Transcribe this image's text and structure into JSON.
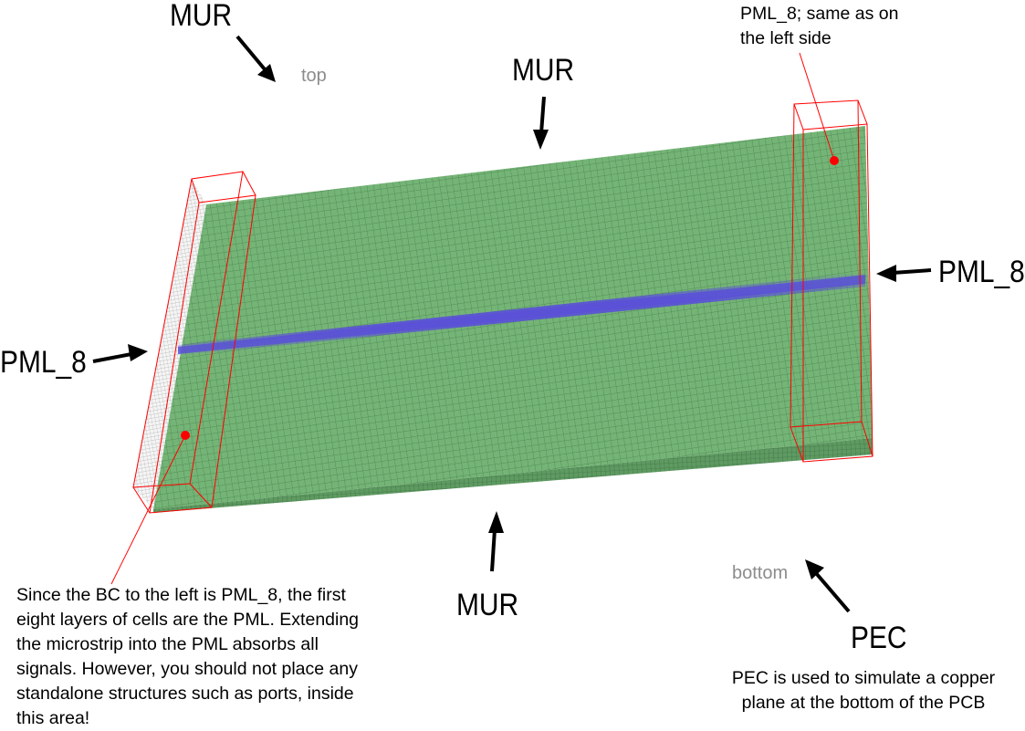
{
  "labels": {
    "mur_top_left": "MUR",
    "mur_top": "MUR",
    "mur_bottom": "MUR",
    "pml_left": "PML_8",
    "pml_right": "PML_8",
    "pec": "PEC",
    "top_view": "top",
    "bottom_view": "bottom"
  },
  "notes": {
    "pml_right_note": [
      "PML_8; same as on",
      "the left side"
    ],
    "pml_left_note": [
      "Since the BC to the left is PML_8, the first",
      "eight layers of cells are the PML. Extending",
      "the microstrip into the PML absorbs all",
      "signals. However, you should not place any",
      "standalone structures such as ports, inside",
      "this area!"
    ],
    "pec_note": [
      "PEC is used to simulate a copper",
      "plane at the bottom of the PCB"
    ]
  },
  "colors": {
    "substrate": "#72b274",
    "grid_line": "#2f5a33",
    "microstrip": "#5a50d8",
    "pml_box": "#ff0000",
    "marker": "#ff0000",
    "arrow": "#000000",
    "view_label": "#8c8c8c"
  }
}
